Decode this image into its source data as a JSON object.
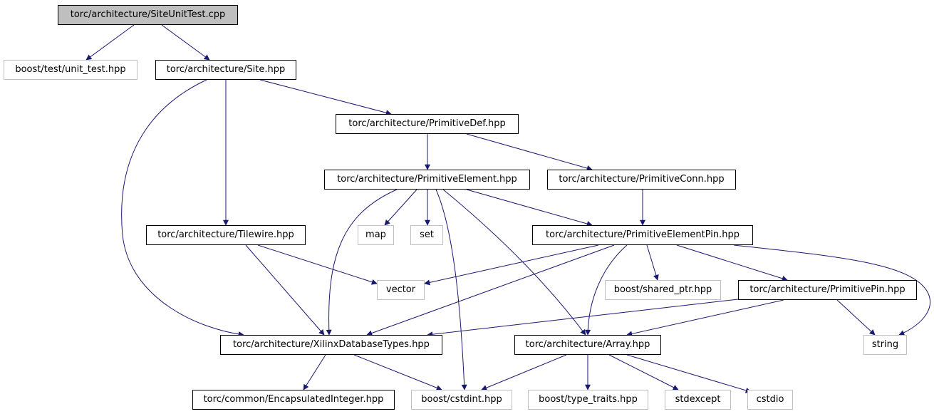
{
  "graph": {
    "edge_color": "#191970",
    "node_border_color": "#000000",
    "external_border_color": "#bfbfbf",
    "root_fill_color": "#bfbfbf",
    "nodes": {
      "site_unit_test": "torc/architecture/SiteUnitTest.cpp",
      "unit_test": "boost/test/unit_test.hpp",
      "site": "torc/architecture/Site.hpp",
      "primitive_def": "torc/architecture/PrimitiveDef.hpp",
      "primitive_element": "torc/architecture/PrimitiveElement.hpp",
      "primitive_conn": "torc/architecture/PrimitiveConn.hpp",
      "tilewire": "torc/architecture/Tilewire.hpp",
      "map": "map",
      "set": "set",
      "primitive_element_pin": "torc/architecture/PrimitiveElementPin.hpp",
      "vector": "vector",
      "shared_ptr": "boost/shared_ptr.hpp",
      "primitive_pin": "torc/architecture/PrimitivePin.hpp",
      "xilinx_database_types": "torc/architecture/XilinxDatabaseTypes.hpp",
      "array": "torc/architecture/Array.hpp",
      "string": "string",
      "encapsulated_integer": "torc/common/EncapsulatedInteger.hpp",
      "cstdint": "boost/cstdint.hpp",
      "type_traits": "boost/type_traits.hpp",
      "stdexcept": "stdexcept",
      "cstdio": "cstdio"
    },
    "edges": [
      [
        "site_unit_test",
        "unit_test"
      ],
      [
        "site_unit_test",
        "site"
      ],
      [
        "site",
        "primitive_def"
      ],
      [
        "site",
        "tilewire"
      ],
      [
        "site",
        "xilinx_database_types"
      ],
      [
        "primitive_def",
        "primitive_element"
      ],
      [
        "primitive_def",
        "primitive_conn"
      ],
      [
        "primitive_element",
        "map"
      ],
      [
        "primitive_element",
        "set"
      ],
      [
        "primitive_element",
        "primitive_element_pin"
      ],
      [
        "primitive_element",
        "xilinx_database_types"
      ],
      [
        "primitive_element",
        "cstdint"
      ],
      [
        "primitive_element",
        "array"
      ],
      [
        "primitive_conn",
        "primitive_element_pin"
      ],
      [
        "tilewire",
        "vector"
      ],
      [
        "tilewire",
        "xilinx_database_types"
      ],
      [
        "primitive_element_pin",
        "vector"
      ],
      [
        "primitive_element_pin",
        "shared_ptr"
      ],
      [
        "primitive_element_pin",
        "primitive_pin"
      ],
      [
        "primitive_element_pin",
        "xilinx_database_types"
      ],
      [
        "primitive_element_pin",
        "array"
      ],
      [
        "primitive_element_pin",
        "string"
      ],
      [
        "primitive_pin",
        "xilinx_database_types"
      ],
      [
        "primitive_pin",
        "array"
      ],
      [
        "primitive_pin",
        "string"
      ],
      [
        "xilinx_database_types",
        "encapsulated_integer"
      ],
      [
        "xilinx_database_types",
        "cstdint"
      ],
      [
        "array",
        "cstdint"
      ],
      [
        "array",
        "type_traits"
      ],
      [
        "array",
        "stdexcept"
      ],
      [
        "array",
        "cstdio"
      ]
    ]
  }
}
